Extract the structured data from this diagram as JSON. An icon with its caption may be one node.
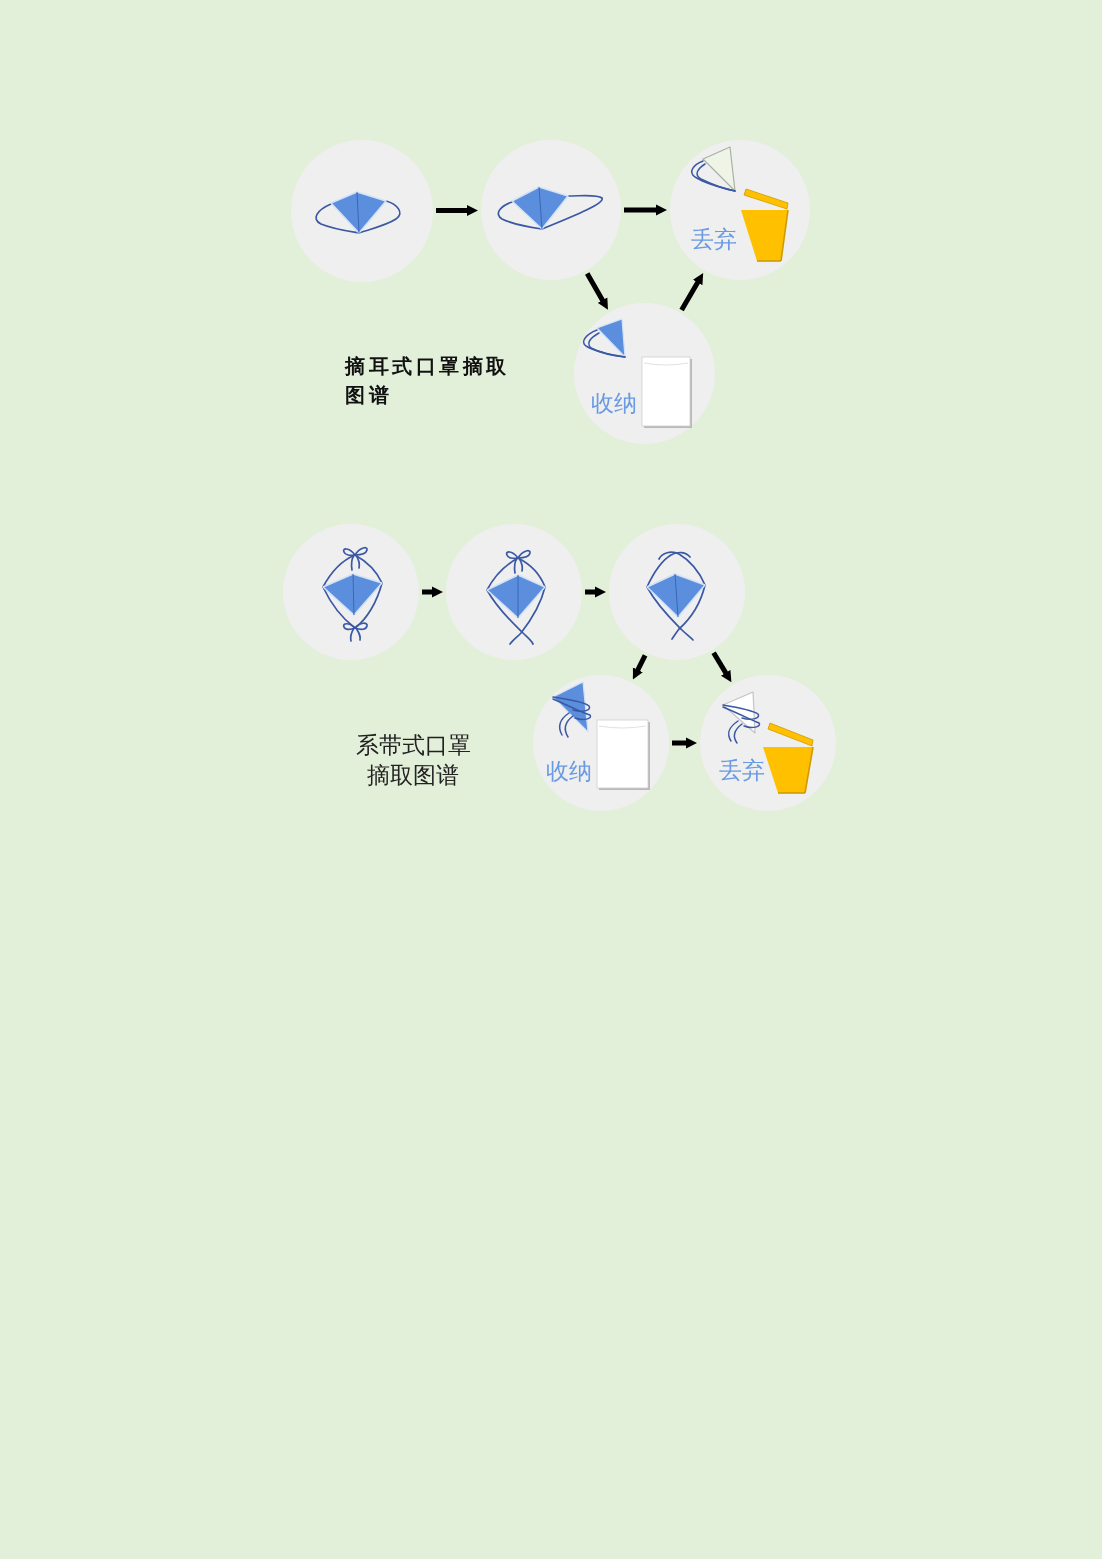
{
  "diagram": {
    "nodes": [
      {
        "text": [],
        "shape": "circle"
      },
      {
        "text": [],
        "shape": "circle"
      },
      {
        "text": [
          "丢弃"
        ]
      },
      {
        "text": [
          "收纳"
        ]
      },
      {
        "text": [],
        "shape": "circle"
      },
      {
        "text": [],
        "shape": "circle"
      },
      {
        "text": [],
        "shape": "circle"
      },
      {
        "text": [
          "收纳"
        ]
      },
      {
        "text": [
          "丢弃"
        ]
      }
    ],
    "edges": [
      {
        "from": 0,
        "to": 1,
        "arrow": "to"
      },
      {
        "from": 1,
        "to": 2,
        "arrow": "to"
      },
      {
        "from": 1,
        "to": 3,
        "arrow": "to"
      },
      {
        "from": 3,
        "to": 2,
        "arrow": "to"
      },
      {
        "from": 4,
        "to": 5,
        "arrow": "to"
      },
      {
        "from": 5,
        "to": 6,
        "arrow": "to"
      },
      {
        "from": 6,
        "to": 7,
        "arrow": "to"
      },
      {
        "from": 6,
        "to": 8,
        "arrow": "to"
      },
      {
        "from": 7,
        "to": 8,
        "arrow": "to"
      }
    ],
    "labels": [
      "摘耳式口罩摘取图谱",
      "系带式口罩摘取图谱"
    ]
  }
}
